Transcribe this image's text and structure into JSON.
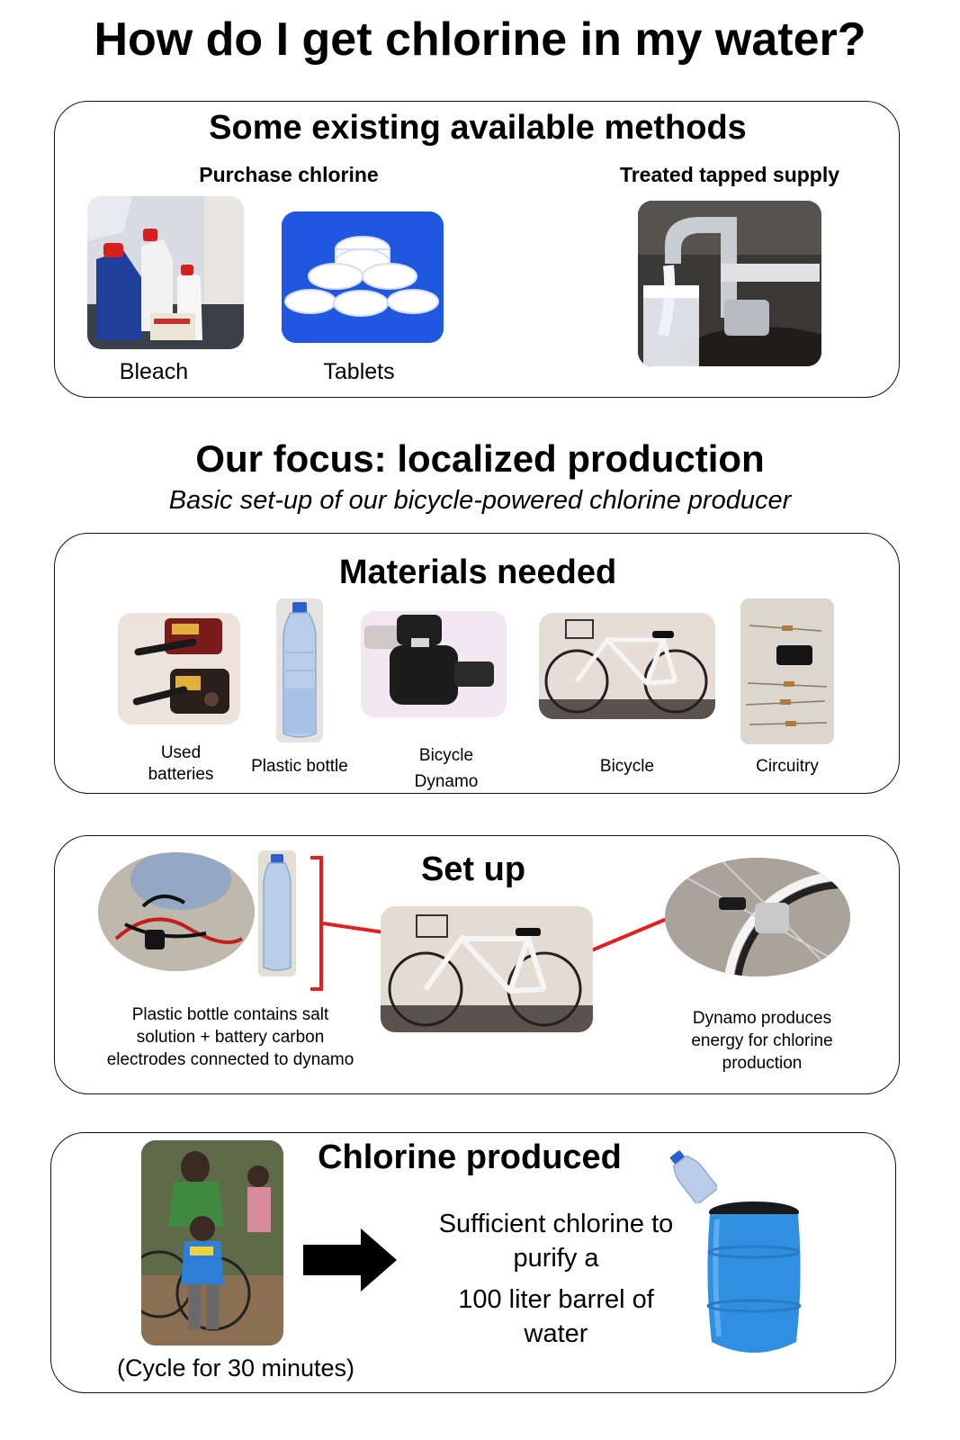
{
  "title": "How do I get chlorine in my water?",
  "existing": {
    "heading": "Some existing  available methods",
    "purchase_heading": "Purchase chlorine",
    "treated_heading": "Treated tapped supply",
    "bleach_label": "Bleach",
    "tablets_label": "Tablets"
  },
  "focus": {
    "heading": "Our focus: localized production",
    "subheading": "Basic set-up of our bicycle-powered chlorine producer"
  },
  "materials": {
    "heading": "Materials needed",
    "items": [
      {
        "label_line1": "Used",
        "label_line2": "batteries"
      },
      {
        "label_line1": "Plastic bottle",
        "label_line2": ""
      },
      {
        "label_line1": "Bicycle",
        "label_line2": "Dynamo"
      },
      {
        "label_line1": "Bicycle",
        "label_line2": ""
      },
      {
        "label_line1": "Circuitry",
        "label_line2": ""
      }
    ]
  },
  "setup": {
    "heading": "Set up",
    "bottle_caption": [
      "Plastic bottle contains salt",
      "solution + battery carbon",
      "electrodes connected to dynamo"
    ],
    "dynamo_caption": [
      "Dynamo produces",
      "energy for chlorine",
      "production"
    ],
    "arrow_color": "#e61e1e"
  },
  "produced": {
    "heading": "Chlorine produced",
    "result_lines": [
      "Sufficient chlorine to",
      "purify a",
      "100 liter barrel of",
      "water"
    ],
    "cycle_caption": "(Cycle for 30 minutes)",
    "barrel_color": "#2f8fe0"
  }
}
